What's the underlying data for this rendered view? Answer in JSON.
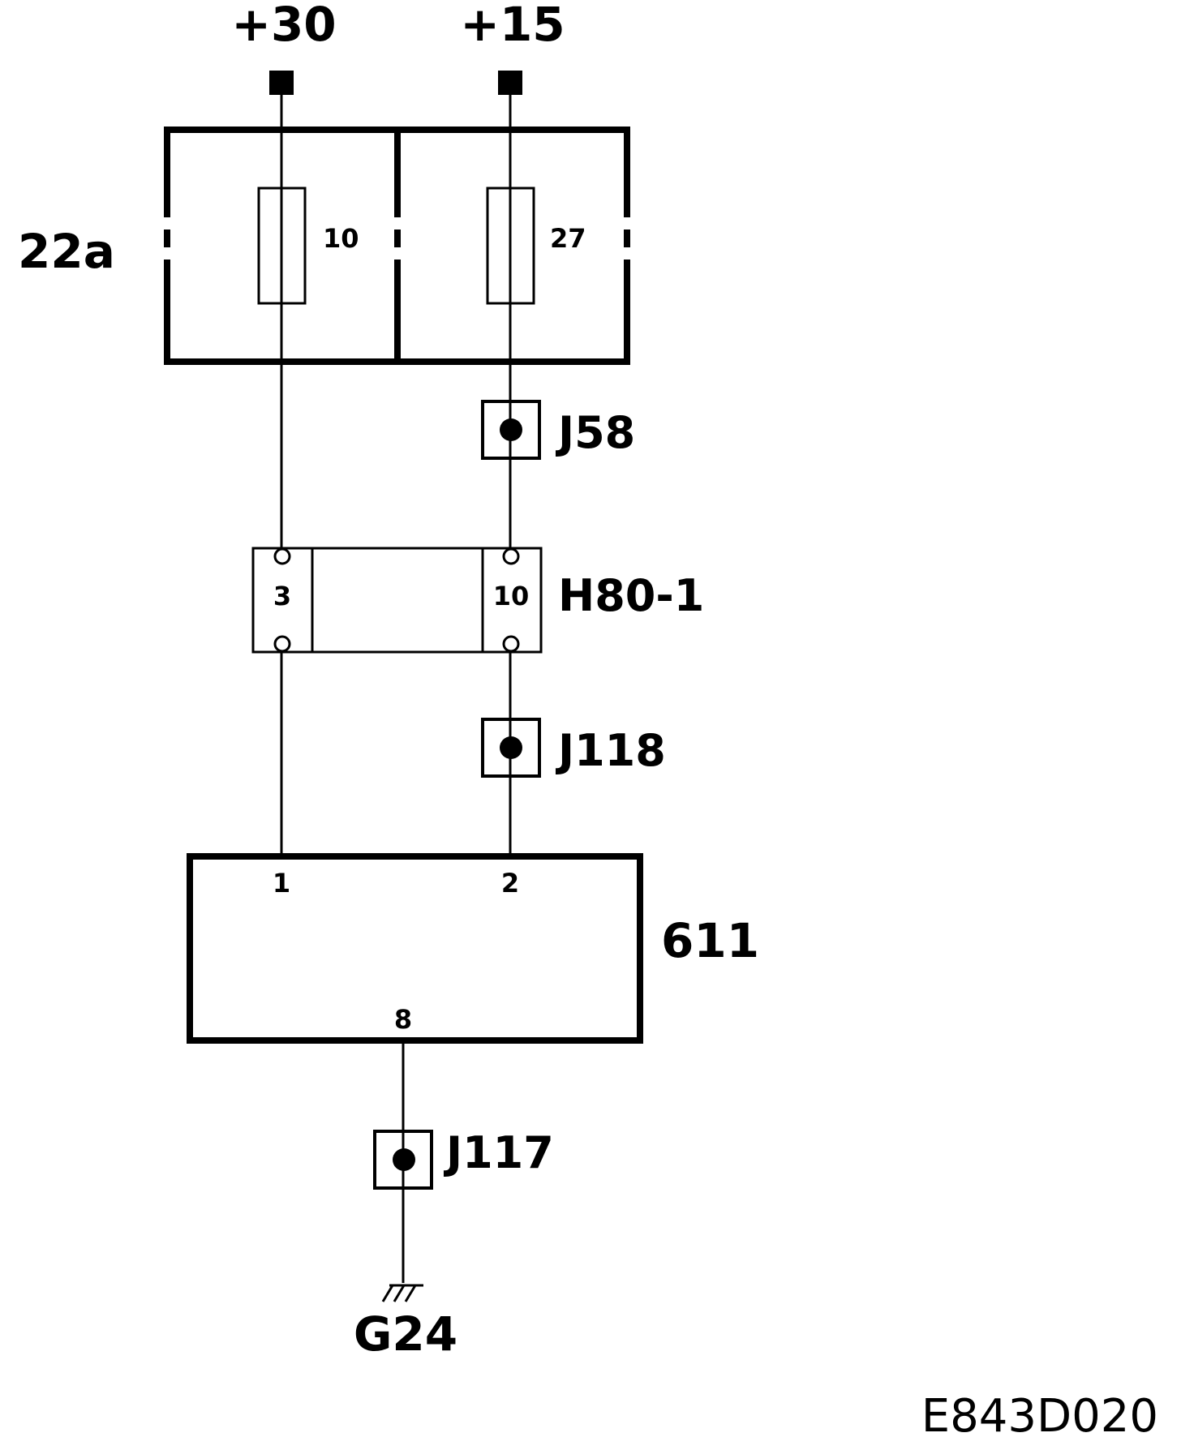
{
  "terminals": {
    "t30": "+30",
    "t15": "+15"
  },
  "fuse_box": {
    "label": "22a",
    "fuse_left": "10",
    "fuse_right": "27"
  },
  "splices": {
    "j58": "J58",
    "j118": "J118",
    "j117": "J117"
  },
  "connector": {
    "label": "H80-1",
    "pin_left": "3",
    "pin_right": "10"
  },
  "module": {
    "label": "611",
    "pin1": "1",
    "pin2": "2",
    "pin8": "8"
  },
  "ground": {
    "label": "G24"
  },
  "figure_code": "E843D020"
}
